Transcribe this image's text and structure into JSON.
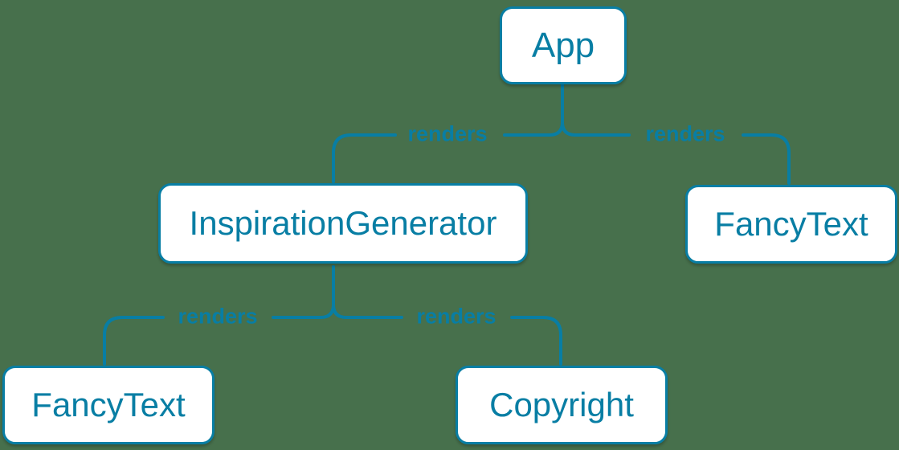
{
  "diagram": {
    "type": "component-render-tree",
    "colors": {
      "background": "#47704C",
      "accent": "#087ea4",
      "node_fill": "#ffffff"
    },
    "nodes": [
      {
        "id": "app",
        "label": "App"
      },
      {
        "id": "inspiration-generator",
        "label": "InspirationGenerator"
      },
      {
        "id": "fancy-text-top",
        "label": "FancyText"
      },
      {
        "id": "fancy-text-bottom",
        "label": "FancyText"
      },
      {
        "id": "copyright",
        "label": "Copyright"
      }
    ],
    "edges": [
      {
        "from": "app",
        "to": "inspiration-generator",
        "label": "renders"
      },
      {
        "from": "app",
        "to": "fancy-text-top",
        "label": "renders"
      },
      {
        "from": "inspiration-generator",
        "to": "fancy-text-bottom",
        "label": "renders"
      },
      {
        "from": "inspiration-generator",
        "to": "copyright",
        "label": "renders"
      }
    ]
  }
}
